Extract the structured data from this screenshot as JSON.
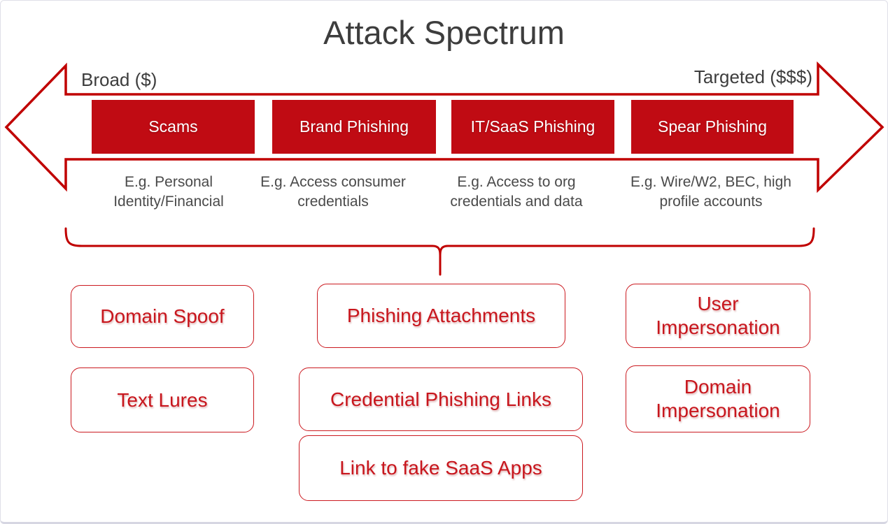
{
  "title": "Attack Spectrum",
  "spectrum": {
    "left_label": "Broad ($)",
    "right_label": "Targeted ($$$)",
    "categories": [
      {
        "label": "Scams",
        "example": "E.g. Personal\nIdentity/Financial"
      },
      {
        "label": "Brand Phishing",
        "example": "E.g. Access consumer\ncredentials"
      },
      {
        "label": "IT/SaaS Phishing",
        "example": "E.g. Access to org\ncredentials and data"
      },
      {
        "label": "Spear Phishing",
        "example": "E.g. Wire/W2, BEC, high\nprofile accounts"
      }
    ]
  },
  "techniques": {
    "left": [
      "Domain Spoof",
      "Text Lures"
    ],
    "middle": [
      "Phishing Attachments",
      "Credential Phishing Links",
      "Link to fake SaaS Apps"
    ],
    "right": [
      "User\nImpersonation",
      "Domain\nImpersonation"
    ]
  },
  "colors": {
    "category_fill": "#C00B13",
    "arrow_outline": "#C00000",
    "brace_stroke": "#C00000",
    "technique_red": "#C8161D",
    "heading_gray": "#3D3D3D",
    "body_gray": "#4A4A4A"
  }
}
